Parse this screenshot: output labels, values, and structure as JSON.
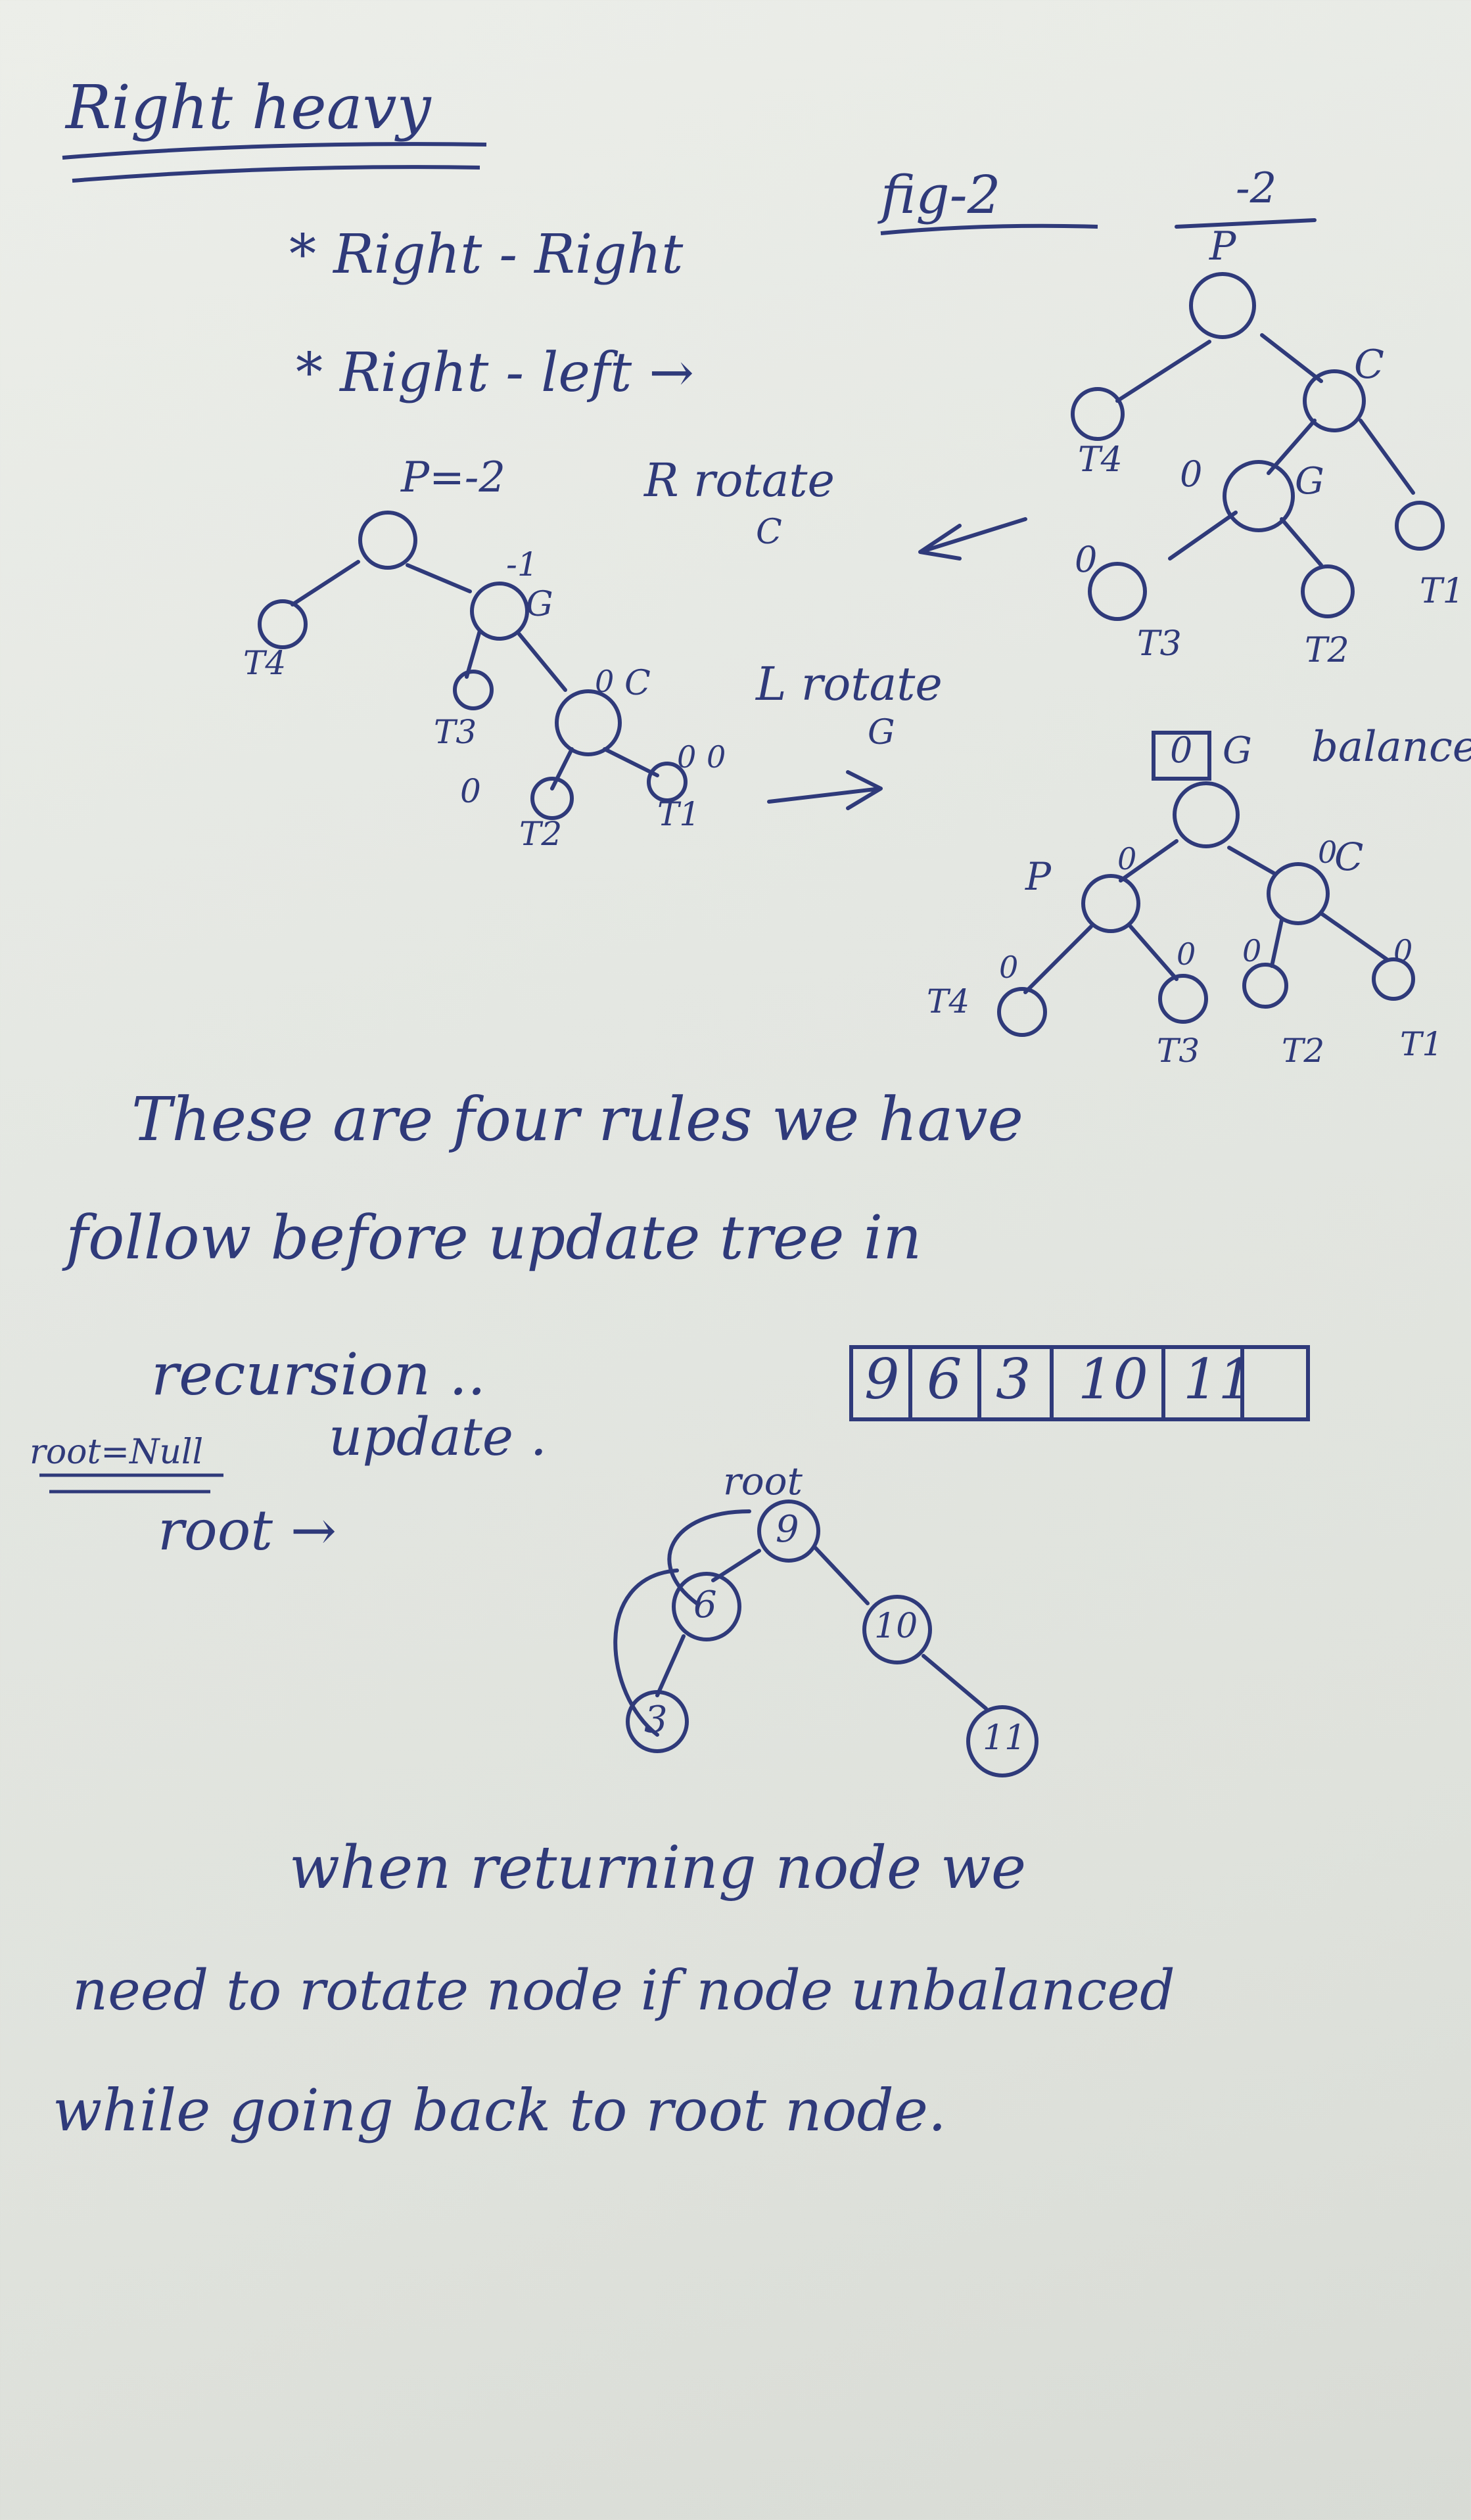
{
  "heading": "Right heavy",
  "cases": {
    "right_right": "* Right - Right",
    "fig_ref": "fig-2",
    "right_left": "* Right - left →"
  },
  "fig_top_right": {
    "balance": "-2",
    "nodes": [
      "P",
      "C",
      "G"
    ],
    "subtrees": [
      "T4",
      "T3",
      "T2",
      "T1"
    ],
    "balance_values": [
      "0",
      "0"
    ]
  },
  "rotate_right": {
    "text": "R rotate",
    "node": "C",
    "arrow": "←"
  },
  "fig_middle_left": {
    "balance_p": "P=-2",
    "nodes": [
      "G",
      "C"
    ],
    "g_balance": "-1",
    "subtrees": [
      "T4",
      "T3",
      "T2",
      "T1"
    ],
    "leaf_balances": [
      "0",
      "0",
      "0",
      "0"
    ]
  },
  "rotate_left": {
    "text": "L rotate",
    "node": "G",
    "arrow": "→"
  },
  "fig_balanced": {
    "root_balance": "0",
    "root": "G",
    "label": "balanced",
    "nodes": [
      "P",
      "C"
    ],
    "subtrees": [
      "T4",
      "T3",
      "T2",
      "T1"
    ],
    "balances": [
      "0",
      "0",
      "0",
      "0",
      "0",
      "0"
    ]
  },
  "para1": {
    "line1": "These are four rules we have",
    "line2": "follow before update tree in",
    "line3": "recursion ..",
    "line4": "update .",
    "root_null": "root=Null",
    "root_arrow": "root →"
  },
  "array": [
    "9",
    "6",
    "3",
    "10",
    "11"
  ],
  "bst": {
    "root_label": "root",
    "nodes": [
      "9",
      "6",
      "10",
      "3",
      "11"
    ]
  },
  "para2": {
    "line1": "when returning node we",
    "line2": "need to rotate node if node unbalanced",
    "line3": "while going back to root node."
  }
}
